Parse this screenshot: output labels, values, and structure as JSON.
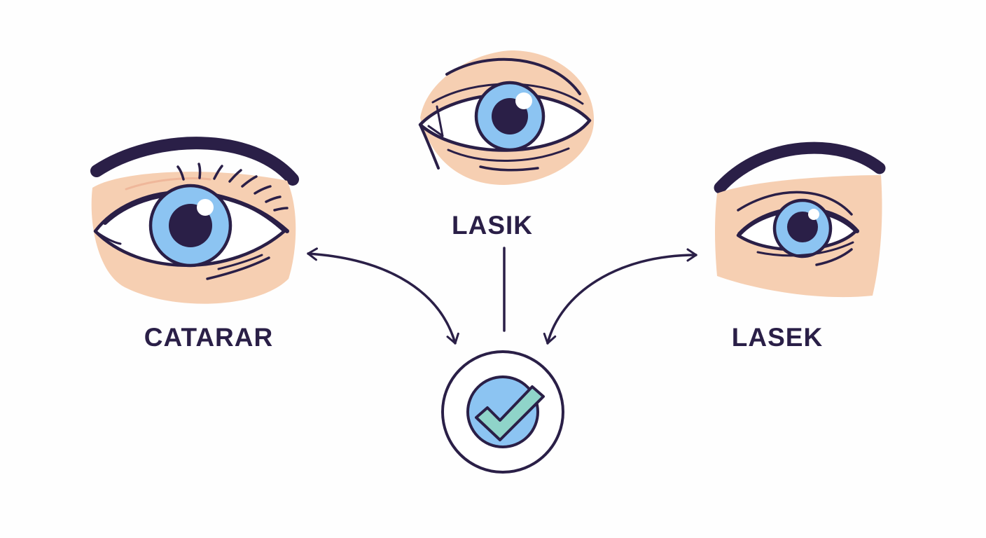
{
  "labels": {
    "left": "CATARAR",
    "center": "LASIK",
    "right": "LASEK"
  },
  "icons": {
    "left": "eye-icon",
    "center": "eye-icon",
    "right": "eye-icon",
    "result": "checkmark-icon"
  },
  "colors": {
    "outline": "#2a1f47",
    "skin": "#f6cfb2",
    "iris": "#8cc4f2",
    "pupil": "#2a1f47",
    "check_fill": "#8fd4c9",
    "background": "#fefefe"
  }
}
